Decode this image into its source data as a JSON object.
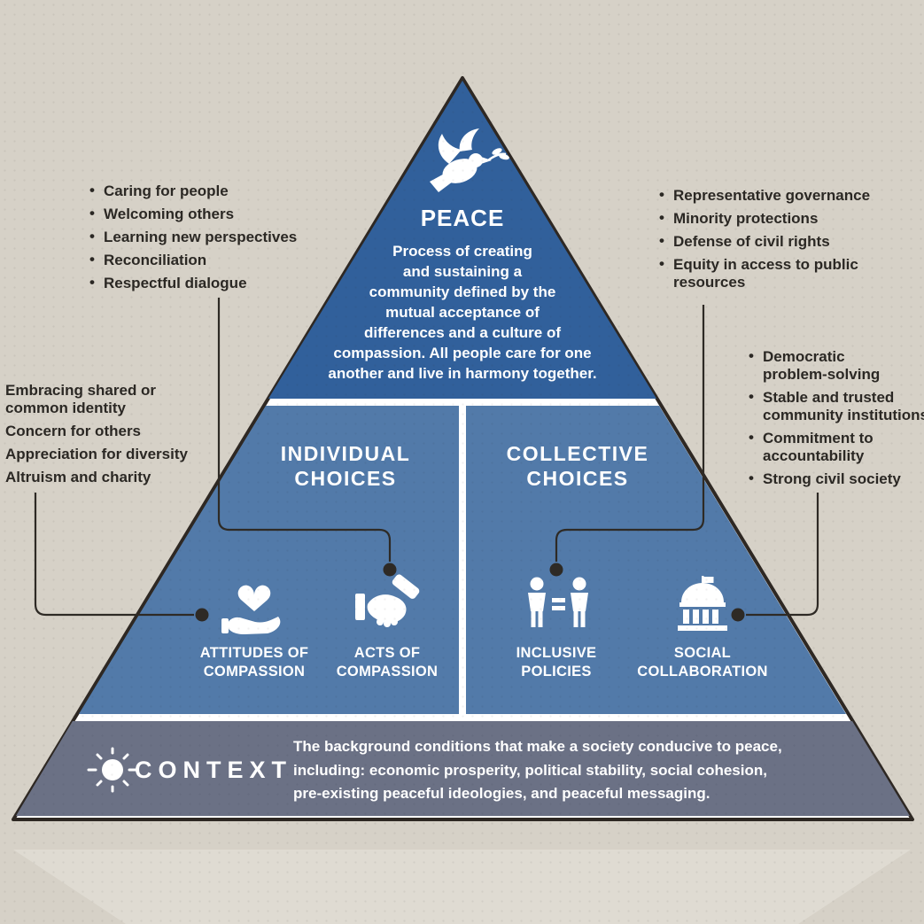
{
  "colors": {
    "background": "#d6d1c7",
    "peace_blue": "#31609b",
    "choices_blue": "#527aa9",
    "context_slate": "#6b7185",
    "ink": "#2b2824",
    "white": "#ffffff",
    "shadow": "#dfdbd2"
  },
  "peace": {
    "title": "PEACE",
    "description": "Process of creating\nand sustaining a\ncommunity defined by the\nmutual acceptance of\ndifferences and a culture of\ncompassion. All people care for one\nanother and live in harmony together."
  },
  "sections": {
    "individual": "INDIVIDUAL CHOICES",
    "collective": "COLLECTIVE CHOICES"
  },
  "tiers": [
    {
      "label": "ATTITUDES OF COMPASSION",
      "icon": "heart-in-hand-icon"
    },
    {
      "label": "ACTS OF COMPASSION",
      "icon": "handshake-icon"
    },
    {
      "label": "INCLUSIVE POLICIES",
      "icon": "people-equality-icon"
    },
    {
      "label": "SOCIAL COLLABORATION",
      "icon": "government-building-icon"
    }
  ],
  "context": {
    "label": "CONTEXT",
    "icon": "sun-icon",
    "description": "The background conditions that make a society conducive to peace,\nincluding: economic prosperity, political stability, social cohesion,\npre-existing peaceful ideologies, and peaceful messaging."
  },
  "annotations": {
    "acts_list": [
      "Caring for people",
      "Welcoming others",
      "Learning new perspectives",
      "Reconciliation",
      "Respectful dialogue"
    ],
    "policies_list": [
      "Representative governance",
      "Minority protections",
      "Defense of civil rights",
      "Equity in access to public\nresources"
    ],
    "attitudes_list": [
      "Embracing shared or\ncommon identity",
      "Concern for others",
      "Appreciation for diversity",
      "Altruism and charity"
    ],
    "collaboration_list": [
      "Democratic\nproblem-solving",
      "Stable and trusted\ncommunity institutions",
      "Commitment to\naccountability",
      "Strong civil society"
    ]
  }
}
